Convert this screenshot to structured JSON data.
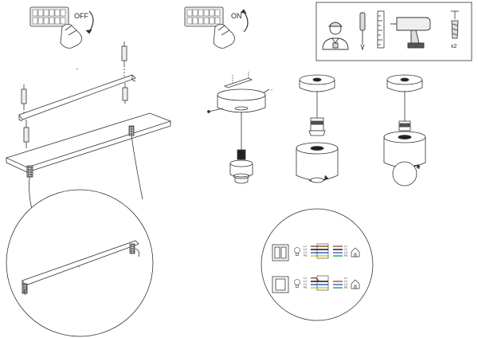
{
  "labels": {
    "off": "OFF",
    "on": "ON",
    "qty": "x2"
  },
  "wiring": {
    "panel1": {
      "left_labels": [
        "L1",
        "L2",
        "L3",
        "PE"
      ],
      "right_labels": [
        "L1",
        "L2",
        "L3",
        "PE"
      ]
    },
    "panel2": {
      "left_labels": [
        "L1",
        "L2",
        "L3",
        "PE"
      ],
      "right_labels": [
        "L1",
        "L2",
        "L3",
        "PE"
      ]
    }
  },
  "colors": {
    "line": "#333333",
    "wire_brown": "#8b5a2b",
    "wire_blue": "#2a62c9",
    "wire_black": "#111111",
    "wire_yellow": "#d9c51f",
    "wire_green": "#3a9a3a"
  },
  "icons": [
    "installer-person-icon",
    "screwdriver-icon",
    "ruler-icon",
    "drill-icon",
    "wall-plug-icon",
    "light-switch-icon",
    "bulb-icon",
    "house-icon"
  ]
}
